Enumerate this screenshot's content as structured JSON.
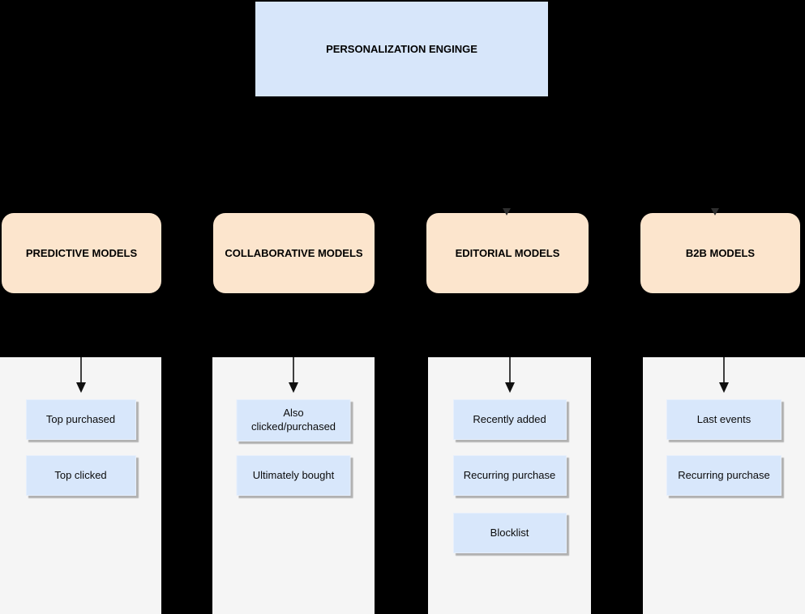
{
  "root": {
    "label": "PERSONALIZATION ENGINGE"
  },
  "groups": [
    {
      "id": "predictive",
      "label": "PREDICTIVE MODELS",
      "children": [
        "Top purchased",
        "Top clicked"
      ]
    },
    {
      "id": "collaborative",
      "label": "COLLABORATIVE MODELS",
      "children": [
        "Also\nclicked/purchased",
        "Ultimately bought"
      ]
    },
    {
      "id": "editorial",
      "label": "EDITORIAL MODELS",
      "children": [
        "Recently added",
        "Recurring purchase",
        "Blocklist"
      ]
    },
    {
      "id": "b2b",
      "label": "B2B MODELS",
      "children": [
        "Last events",
        "Recurring purchase"
      ]
    }
  ],
  "colors": {
    "background": "#000000",
    "panel": "#f5f5f5",
    "node_blue": "#d8e7fb",
    "node_orange": "#fce5cd",
    "arrow": "#2e2e2e",
    "text": "#000000"
  }
}
